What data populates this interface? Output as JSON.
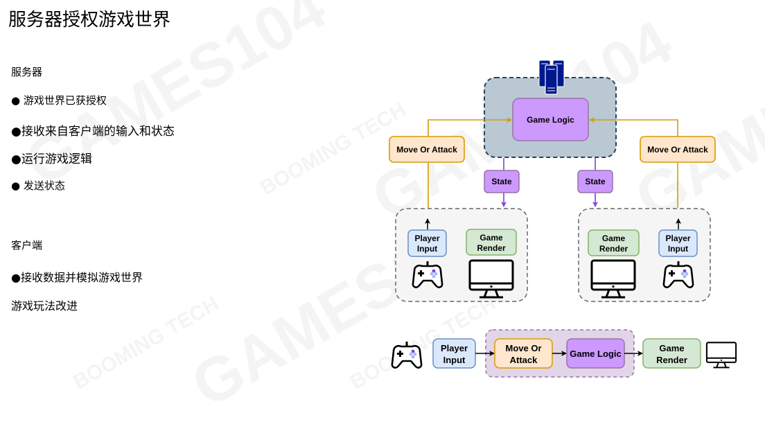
{
  "page": {
    "title": "服务器授权游戏世界",
    "server_heading": "服务器",
    "server_bullets": [
      "● 游戏世界已获授权",
      "●接收来自客户端的输入和状态",
      "●运行游戏逻辑",
      "● 发送状态"
    ],
    "client_heading": "客户端",
    "client_bullets": [
      "●接收数据并模拟游戏世界"
    ],
    "gameplay_heading": "游戏玩法改进"
  },
  "watermarks": [
    "GAMES104",
    "BOOMING TECH"
  ],
  "diagram": {
    "server": {
      "icon": "server-icon",
      "game_logic": "Game Logic"
    },
    "left_input_action": "Move Or Attack",
    "right_input_action": "Move Or Attack",
    "state_left": "State",
    "state_right": "State",
    "client_left": {
      "player_input": [
        "Player",
        "Input"
      ],
      "game_render": [
        "Game",
        "Render"
      ],
      "controller_icon": "gamepad-icon",
      "monitor_icon": "monitor-icon"
    },
    "client_right": {
      "game_render": [
        "Game",
        "Render"
      ],
      "player_input": [
        "Player",
        "Input"
      ],
      "controller_icon": "gamepad-icon",
      "monitor_icon": "monitor-icon"
    },
    "pipeline": {
      "player_input": [
        "Player",
        "Input"
      ],
      "move_or_attack": [
        "Move Or",
        "Attack"
      ],
      "game_logic": "Game Logic",
      "game_render": [
        "Game",
        "Render"
      ]
    }
  },
  "colors": {
    "orange_stroke": "#d79b00",
    "orange_fill": "#ffe6cc",
    "purple_stroke": "#9673a6",
    "purple_fill": "#cc99ff",
    "purple_arrow": "#7f3fdf",
    "blue_stroke": "#6c8ebf",
    "blue_fill": "#dae8fc",
    "green_stroke": "#82b366",
    "green_fill": "#d5e8d4",
    "server_fill": "#bac8d3",
    "server_icon": "#00188d"
  }
}
